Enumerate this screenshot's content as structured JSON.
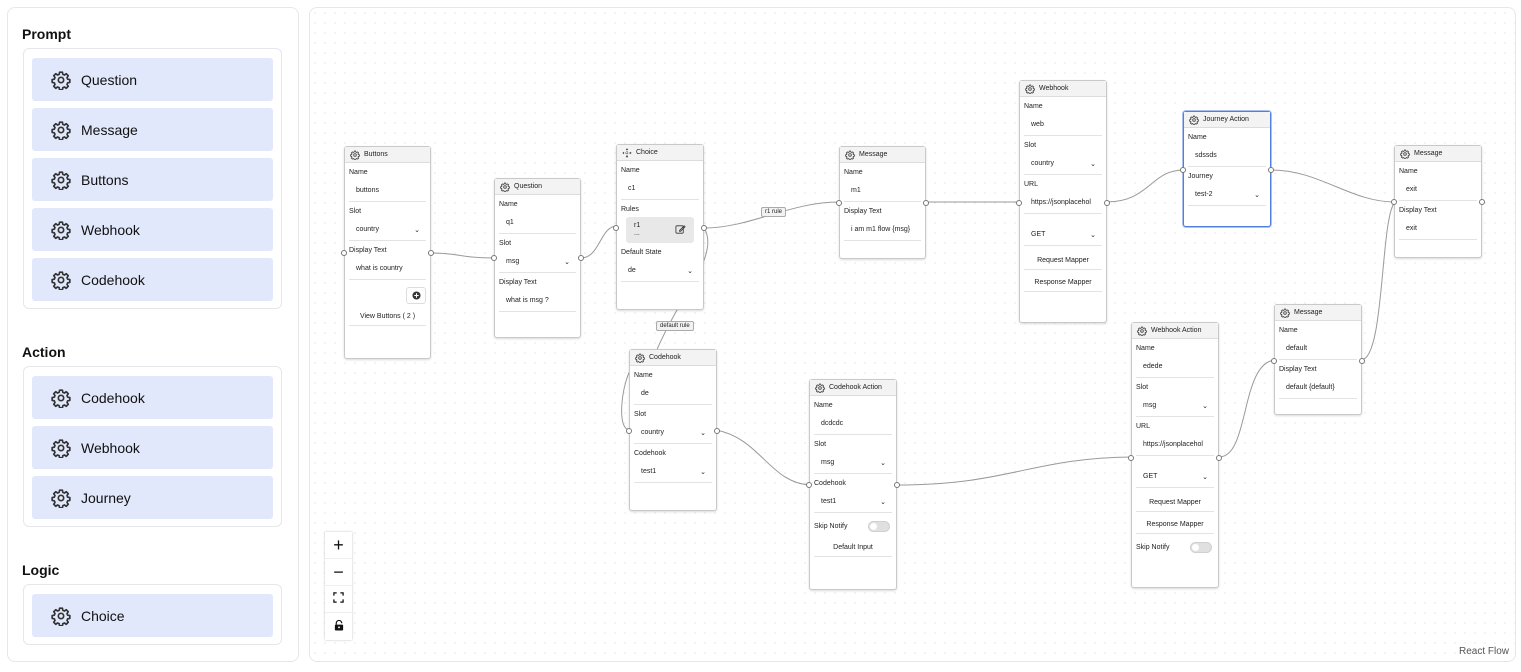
{
  "sidebar": {
    "prompt": {
      "title": "Prompt",
      "items": [
        {
          "label": "Question",
          "icon": "gear-icon"
        },
        {
          "label": "Message",
          "icon": "gear-icon"
        },
        {
          "label": "Buttons",
          "icon": "gear-icon"
        },
        {
          "label": "Webhook",
          "icon": "gear-icon"
        },
        {
          "label": "Codehook",
          "icon": "gear-icon"
        }
      ]
    },
    "action": {
      "title": "Action",
      "items": [
        {
          "label": "Codehook",
          "icon": "gear-icon"
        },
        {
          "label": "Webhook",
          "icon": "gear-icon"
        },
        {
          "label": "Journey",
          "icon": "gear-icon"
        }
      ]
    },
    "logic": {
      "title": "Logic",
      "items": [
        {
          "label": "Choice",
          "icon": "gear-icon"
        }
      ]
    }
  },
  "nodes": {
    "buttons": {
      "title": "Buttons",
      "name_label": "Name",
      "name": "buttons",
      "slot_label": "Slot",
      "slot": "country",
      "display_label": "Display Text",
      "display": "what is country",
      "view_buttons": "View Buttons ( 2 )"
    },
    "question": {
      "title": "Question",
      "name_label": "Name",
      "name": "q1",
      "slot_label": "Slot",
      "slot": "msg",
      "display_label": "Display Text",
      "display": "what is msg ?"
    },
    "choice": {
      "title": "Choice",
      "name_label": "Name",
      "name": "c1",
      "rules_label": "Rules",
      "rule_name": "r1",
      "rule_sub": "...",
      "default_label": "Default State",
      "default": "de"
    },
    "codehook": {
      "title": "Codehook",
      "name_label": "Name",
      "name": "de",
      "slot_label": "Slot",
      "slot": "country",
      "codehook_label": "Codehook",
      "codehook": "test1"
    },
    "message1": {
      "title": "Message",
      "name_label": "Name",
      "name": "m1",
      "display_label": "Display Text",
      "display": "i am m1 flow {msg}"
    },
    "codehook_action": {
      "title": "Codehook Action",
      "name_label": "Name",
      "name": "dcdcdc",
      "slot_label": "Slot",
      "slot": "msg",
      "codehook_label": "Codehook",
      "codehook": "test1",
      "skip_label": "Skip Notify",
      "default_input": "Default Input"
    },
    "webhook": {
      "title": "Webhook",
      "name_label": "Name",
      "name": "web",
      "slot_label": "Slot",
      "slot": "country",
      "url_label": "URL",
      "url": "https://jsonplacehol",
      "method": "GET",
      "req": "Request Mapper",
      "resp": "Response Mapper"
    },
    "journey_action": {
      "title": "Journey Action",
      "name_label": "Name",
      "name": "sdssds",
      "journey_label": "Journey",
      "journey": "test-2"
    },
    "webhook_action": {
      "title": "Webhook Action",
      "name_label": "Name",
      "name": "edede",
      "slot_label": "Slot",
      "slot": "msg",
      "url_label": "URL",
      "url": "https://jsonplacehol",
      "method": "GET",
      "req": "Request Mapper",
      "resp": "Response Mapper",
      "skip_label": "Skip Notify"
    },
    "message_default": {
      "title": "Message",
      "name_label": "Name",
      "name": "default",
      "display_label": "Display Text",
      "display": "default {default}"
    },
    "message_exit": {
      "title": "Message",
      "name_label": "Name",
      "name": "exit",
      "display_label": "Display Text",
      "display": "exit"
    }
  },
  "edge_labels": {
    "r1": "r1 rule",
    "default": "default rule"
  },
  "controls": {
    "zoom_in": "+",
    "zoom_out": "−",
    "fit": "fit-view-icon",
    "lock": "lock-icon"
  },
  "attribution": "React Flow",
  "colors": {
    "palette_item_bg": "#e1e8fb",
    "selected_border": "#4f7fe0"
  }
}
